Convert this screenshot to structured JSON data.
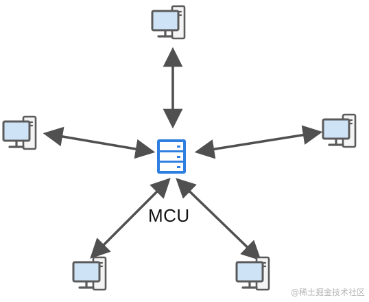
{
  "diagram": {
    "center_label": "MCU",
    "hub_icon": "server-icon",
    "node_icon": "desktop-computer-icon",
    "node_count": 5,
    "connections": "bidirectional",
    "colors": {
      "arrow": "#505050",
      "server": "#2f7fe0",
      "screen_fill": "#cfe3f7",
      "device_outline": "#5a5a5a",
      "tower_fill": "#f4f4f4"
    }
  },
  "watermark": "@稀土掘金技术社区"
}
